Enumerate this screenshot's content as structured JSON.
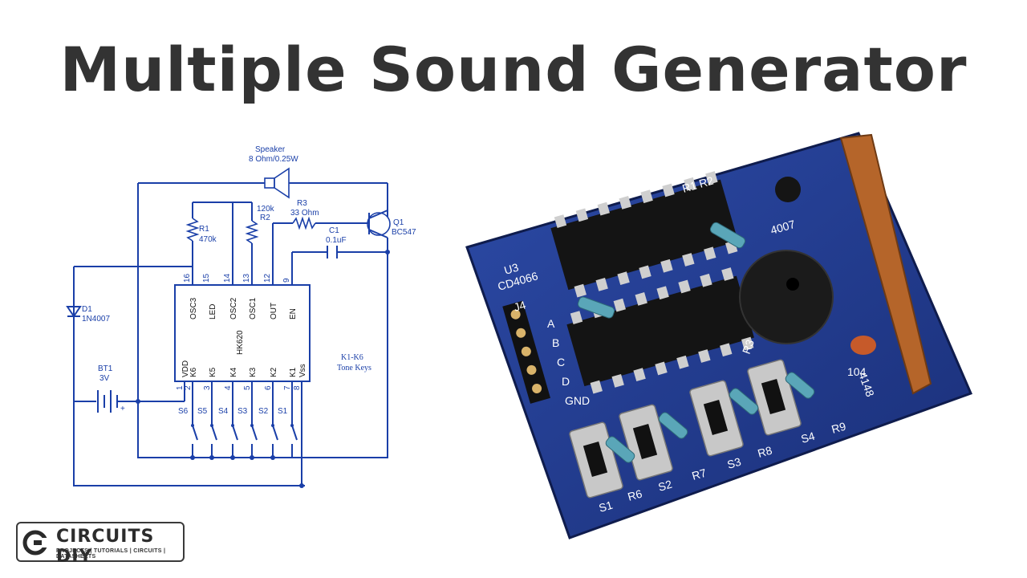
{
  "title": "Multiple Sound Generator",
  "schematic": {
    "speaker_label": "Speaker",
    "speaker_value": "8 Ohm/0.25W",
    "r1_label": "R1",
    "r1_value": "470k",
    "r2_value": "120k",
    "r2_label": "R2",
    "r3_label": "R3",
    "r3_value": "33 Ohm",
    "c1_label": "C1",
    "c1_value": "0.1uF",
    "q1_label": "Q1",
    "q1_value": "BC547",
    "d1_label": "D1",
    "d1_value": "1N4007",
    "bt1_label": "BT1",
    "bt1_value": "3V",
    "ic_name": "HK620",
    "top_pins": [
      {
        "num": "16",
        "name": "OSC3"
      },
      {
        "num": "15",
        "name": "LED"
      },
      {
        "num": "14",
        "name": "OSC2"
      },
      {
        "num": "13",
        "name": "OSC1"
      },
      {
        "num": "12",
        "name": "OUT"
      },
      {
        "num": "9",
        "name": "EN"
      }
    ],
    "bottom_pins": [
      {
        "num": "1",
        "name": "VDD"
      },
      {
        "num": "2",
        "name": "K6"
      },
      {
        "num": "3",
        "name": "K5"
      },
      {
        "num": "4",
        "name": "K4"
      },
      {
        "num": "5",
        "name": "K3"
      },
      {
        "num": "6",
        "name": "K2"
      },
      {
        "num": "7",
        "name": "K1"
      },
      {
        "num": "8",
        "name": "Vss"
      }
    ],
    "switches": [
      "S6",
      "S5",
      "S4",
      "S3",
      "S2",
      "S1"
    ],
    "note_line1": "K1-K6",
    "note_line2": "Tone Keys",
    "plus_sign": "+"
  },
  "pcb": {
    "board_color": "#1f3a8a",
    "u3_label": "U3",
    "u3_part": "CD4066",
    "r1_r2": "R1 R2",
    "d07": "4007",
    "j4": "J4",
    "j4_pins": [
      "A",
      "B",
      "C",
      "D",
      "GND"
    ],
    "r3": "R3",
    "c104": "104",
    "d4148": "4148",
    "bottom_labels": [
      "S1",
      "R6",
      "S2",
      "R7",
      "S3",
      "R8",
      "S4",
      "R9"
    ]
  },
  "logo": {
    "name": "CIRCUITS DIY",
    "tagline": "PROJECTS | TUTORIALS | CIRCUITS | DATASHEETS"
  }
}
